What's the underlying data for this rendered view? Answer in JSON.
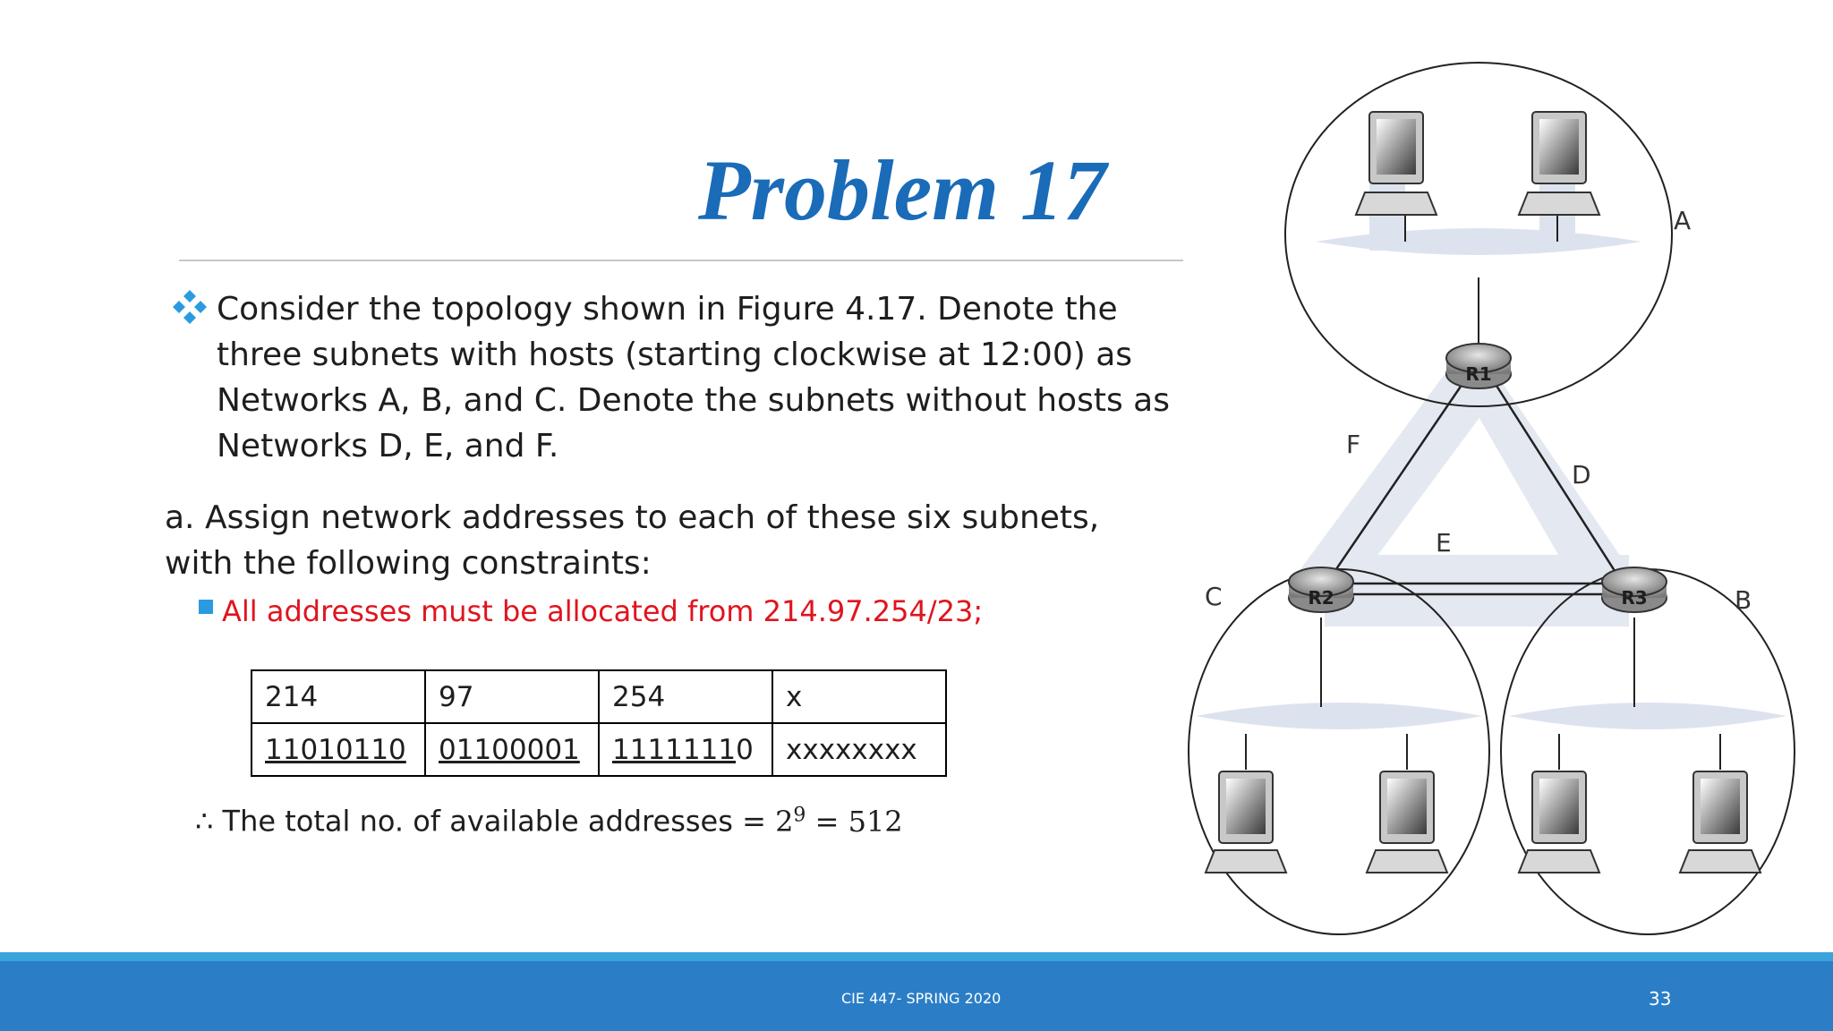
{
  "slide": {
    "title": "Problem 17",
    "paragraph1": "Consider the topology shown in Figure 4.17. Denote the three subnets with hosts (starting clockwise at 12:00) as Networks A, B, and C. Denote the subnets without hosts as Networks D, E, and F.",
    "paragraph2": "a. Assign network addresses to each of these six subnets, with the following constraints:",
    "constraint": "All addresses must be allocated from 214.97.254/23;",
    "table": {
      "row1": [
        "214",
        "97",
        "254",
        "x"
      ],
      "row2_underlined": [
        "11010110",
        "01100001",
        "1111111"
      ],
      "row2_trailing": "0",
      "row2_last": "xxxxxxxx"
    },
    "total": {
      "therefore": "∴",
      "label": "The total no. of available addresses = ",
      "base": "2",
      "exponent": "9",
      "equals": "= 512"
    }
  },
  "figure": {
    "network_labels": {
      "a": "A",
      "b": "B",
      "c": "C",
      "d": "D",
      "e": "E",
      "f": "F"
    },
    "routers": {
      "r1": "R1",
      "r2": "R2",
      "r3": "R3"
    }
  },
  "footer": {
    "text": "CIE 447- SPRING 2020",
    "page_number": "33"
  }
}
